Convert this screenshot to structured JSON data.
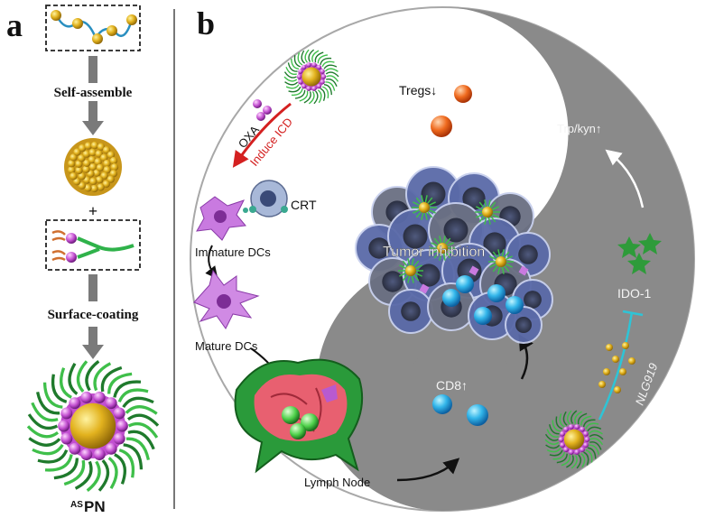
{
  "panel_a": {
    "letter": "a",
    "step_self_assemble": "Self-assemble",
    "plus": "+",
    "step_surface_coating": "Surface-coating",
    "product_sup": "AS",
    "product_main": "PN"
  },
  "panel_b": {
    "letter": "b",
    "oxa": "OXA",
    "induce_icd": "Induce ICD",
    "crt": "CRT",
    "immature_dcs": "Immature DCs",
    "mature_dcs": "Mature DCs",
    "lymph_node": "Lymph Node",
    "tregs": "Tregs↓",
    "cd8": "CD8↑",
    "tumor": "Tumor inhibition",
    "trp_kyn": "Trp/kyn↑",
    "ido1": "IDO-1",
    "nlg919": "NLG919"
  },
  "colors": {
    "grey_field": "#8a8a8a",
    "red_arrow": "#d42020",
    "inhibit_line": "#2ec4d6",
    "gold": "#e0b020",
    "magenta": "#c24fd0",
    "green": "#2e9b3a"
  }
}
